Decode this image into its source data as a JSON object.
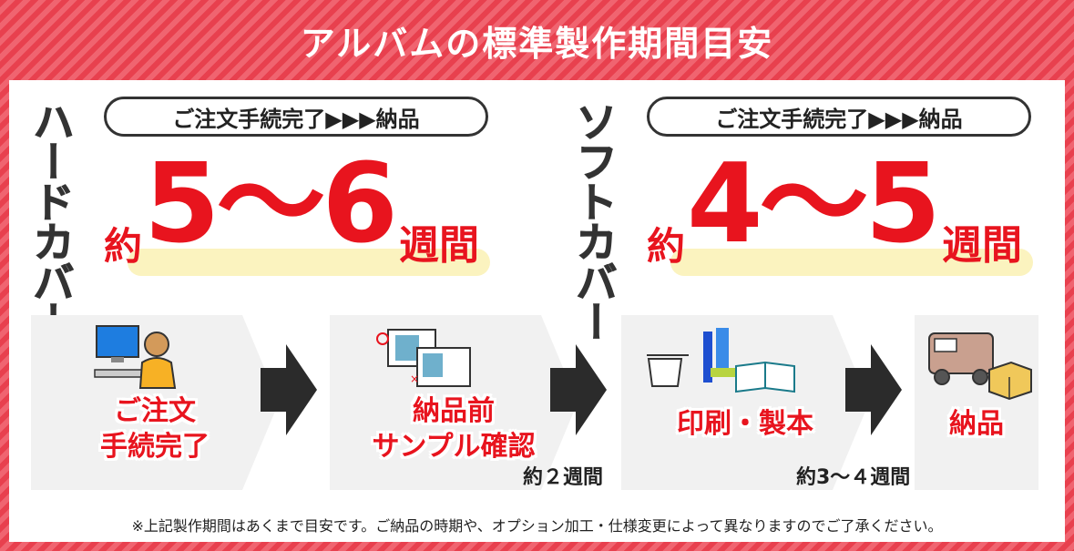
{
  "title": "アルバムの標準製作期間目安",
  "hard": {
    "label": "ハードカバー",
    "pill": "ご注文手続完了▶▶▶納品",
    "prefix": "約",
    "range": "5〜6",
    "unit": "週間"
  },
  "soft": {
    "label": "ソフトカバー",
    "pill": "ご注文手続完了▶▶▶納品",
    "prefix": "約",
    "range": "4〜5",
    "unit": "週間"
  },
  "steps": [
    {
      "line1": "ご注文",
      "line2": "手続完了",
      "icon": "computer-user-icon"
    },
    {
      "line1": "納品前",
      "line2": "サンプル確認",
      "icon": "sample-proofs-icon"
    },
    {
      "line1": "印刷・製本",
      "line2": "",
      "icon": "printing-binding-icon"
    },
    {
      "line1": "納品",
      "line2": "",
      "icon": "delivery-truck-icon"
    }
  ],
  "durations": {
    "sample": "約２週間",
    "print": "約3〜４週間"
  },
  "footnote": "※上記製作期間はあくまで目安です。ご納品の時期や、オプション加工・仕様変更によって異なりますのでご了承ください。",
  "colors": {
    "accent": "#e8141e",
    "frame": "#e8404e",
    "highlight": "#fbf3bf"
  }
}
